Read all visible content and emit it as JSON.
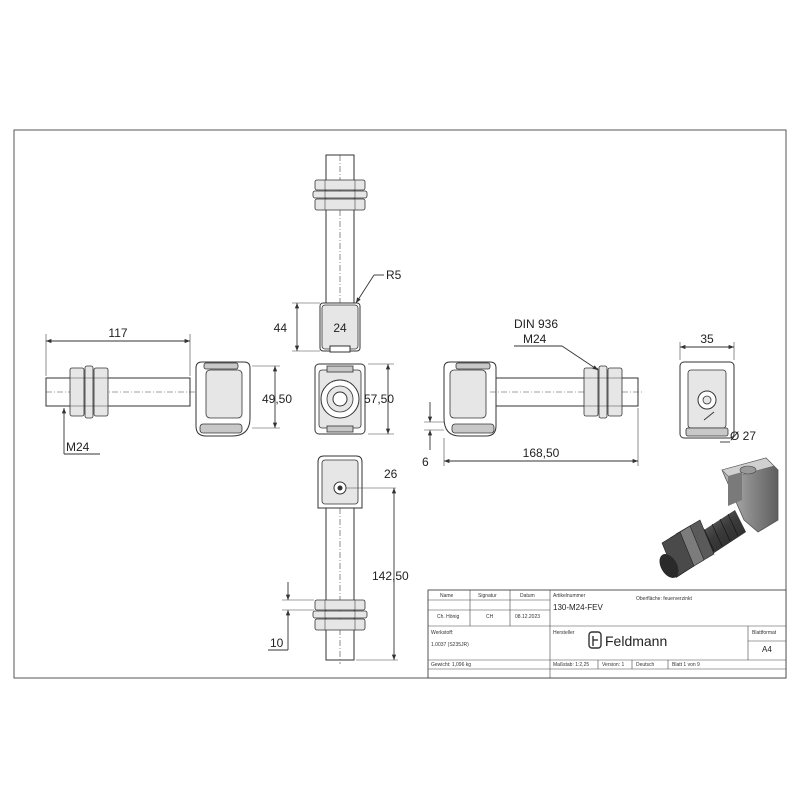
{
  "dimensions": {
    "d117": "117",
    "m24_left": "M24",
    "d49_50": "49,50",
    "d44": "44",
    "r5": "R5",
    "nut24": "24",
    "d57_50": "57,50",
    "din": "DIN 936",
    "din_m24": "M24",
    "d168_50": "168,50",
    "d6": "6",
    "d26": "26",
    "d142_50": "142,50",
    "d10": "10",
    "d35": "35",
    "dia27": "Ø 27"
  },
  "title_block": {
    "h_name": "Name",
    "h_signatur": "Signatur",
    "h_datum": "Datum",
    "row_name": "Ch. Hönig",
    "row_sig": "CH",
    "row_date": "08.12.2023",
    "artikel_label": "Artikelnummer",
    "artikel_value": "130-M24-FEV",
    "oberflaeche": "Oberfläche:  feuerverzinkt",
    "werkstoff_label": "Werkstoff:",
    "werkstoff_value": "1.0037 (S235JR)",
    "hersteller_label": "Hersteller",
    "brand": "Feldmann",
    "blattformat_label": "Blattformat",
    "blattformat_value": "A4",
    "gewicht": "Gewicht: 1,096 kg",
    "massstab": "Maßstab: 1:2,25",
    "version": "Version: 1",
    "sprache": "Deutsch",
    "blatt": "Blatt 1 von 9"
  }
}
